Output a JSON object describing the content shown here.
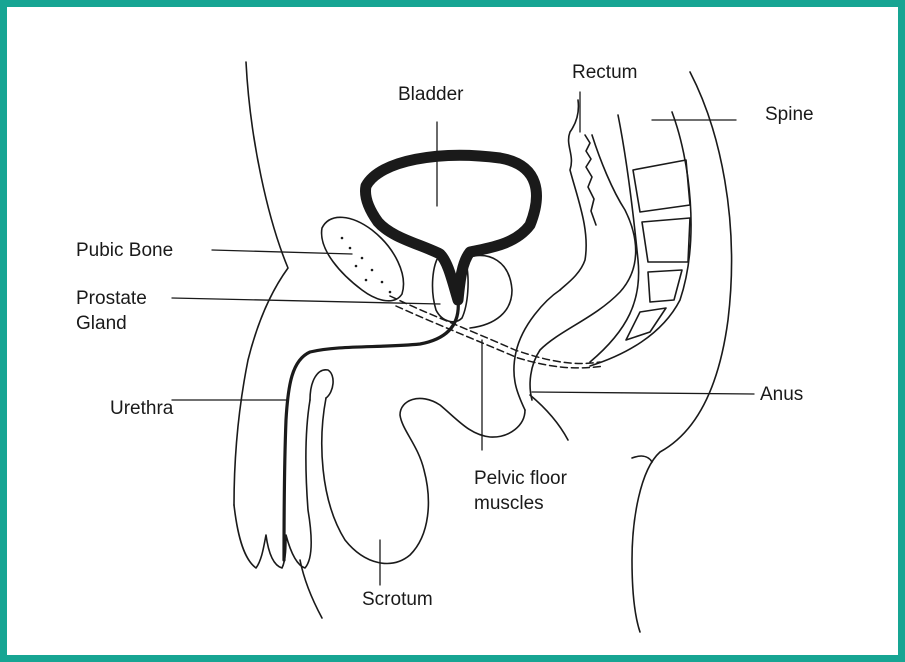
{
  "frame": {
    "border_color": "#17a593"
  },
  "labels": {
    "bladder": "Bladder",
    "rectum": "Rectum",
    "spine": "Spine",
    "pubic_bone": "Pubic Bone",
    "prostate_line1": "Prostate",
    "prostate_line2": "Gland",
    "urethra": "Urethra",
    "anus": "Anus",
    "pelvic_line1": "Pelvic floor",
    "pelvic_line2": "muscles",
    "scrotum": "Scrotum"
  }
}
